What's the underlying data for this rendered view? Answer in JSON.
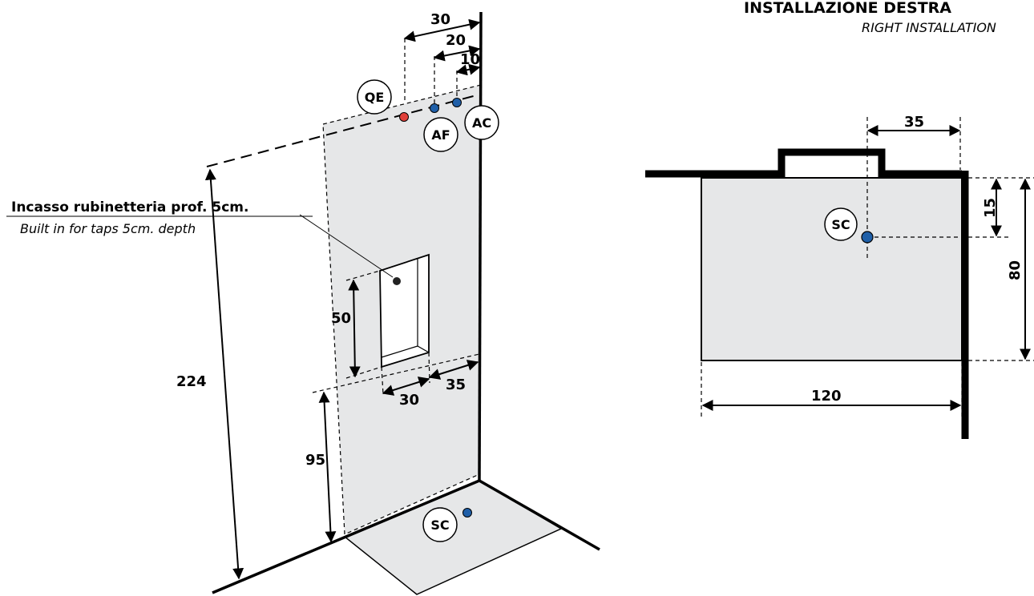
{
  "title": {
    "main": "INSTALLAZIONE DESTRA",
    "sub": "RIGHT INSTALLATION"
  },
  "note": {
    "line1": "Incasso rubinetteria prof. 5cm.",
    "line2": "Built in for taps 5cm. depth"
  },
  "labels": {
    "qe": "QE",
    "af": "AF",
    "ac": "AC",
    "sc_wall": "SC",
    "sc_plan": "SC"
  },
  "dims_3d": {
    "d30_top": "30",
    "d20": "20",
    "d10": "10",
    "d224": "224",
    "d50": "50",
    "d95": "95",
    "d30_niche": "30",
    "d35_niche": "35"
  },
  "dims_plan": {
    "d35": "35",
    "d15": "15",
    "d80": "80",
    "d120": "120"
  },
  "colors": {
    "wall_fill": "#e6e7e8",
    "blue_dot": "#1f5fa8",
    "red_dot": "#e0403a",
    "line": "#000000"
  }
}
